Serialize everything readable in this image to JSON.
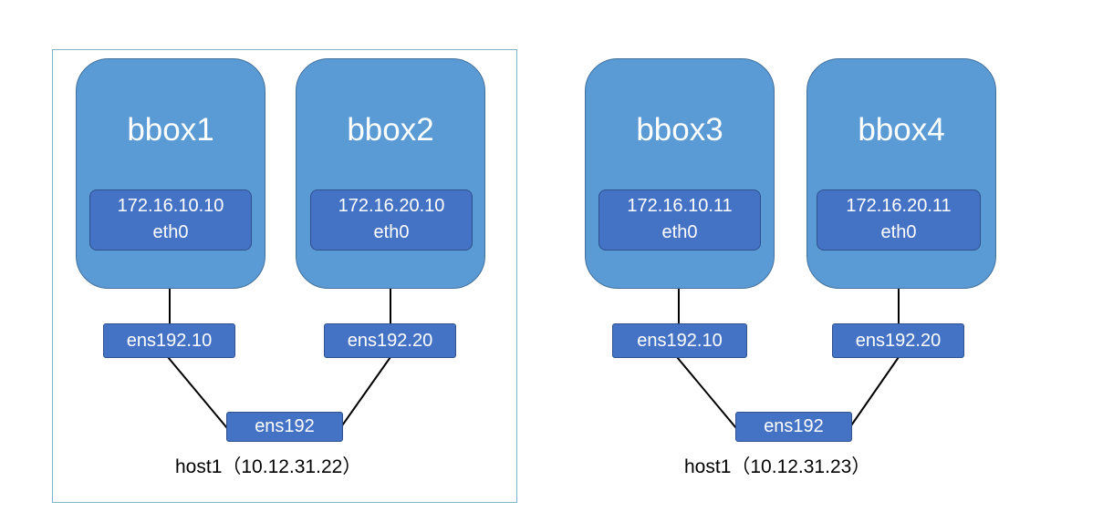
{
  "hosts": [
    {
      "caption": "host1（10.12.31.22）",
      "bridge": "ens192",
      "vlans": [
        "ens192.10",
        "ens192.20"
      ],
      "boxes": [
        {
          "name": "bbox1",
          "ip": "172.16.10.10",
          "iface": "eth0"
        },
        {
          "name": "bbox2",
          "ip": "172.16.20.10",
          "iface": "eth0"
        }
      ]
    },
    {
      "caption": "host1（10.12.31.23）",
      "bridge": "ens192",
      "vlans": [
        "ens192.10",
        "ens192.20"
      ],
      "boxes": [
        {
          "name": "bbox3",
          "ip": "172.16.10.11",
          "iface": "eth0"
        },
        {
          "name": "bbox4",
          "ip": "172.16.20.11",
          "iface": "eth0"
        }
      ]
    }
  ],
  "colors": {
    "container": "#5b9bd5",
    "interface": "#4472c4",
    "host_border": "#7fb3c7"
  }
}
